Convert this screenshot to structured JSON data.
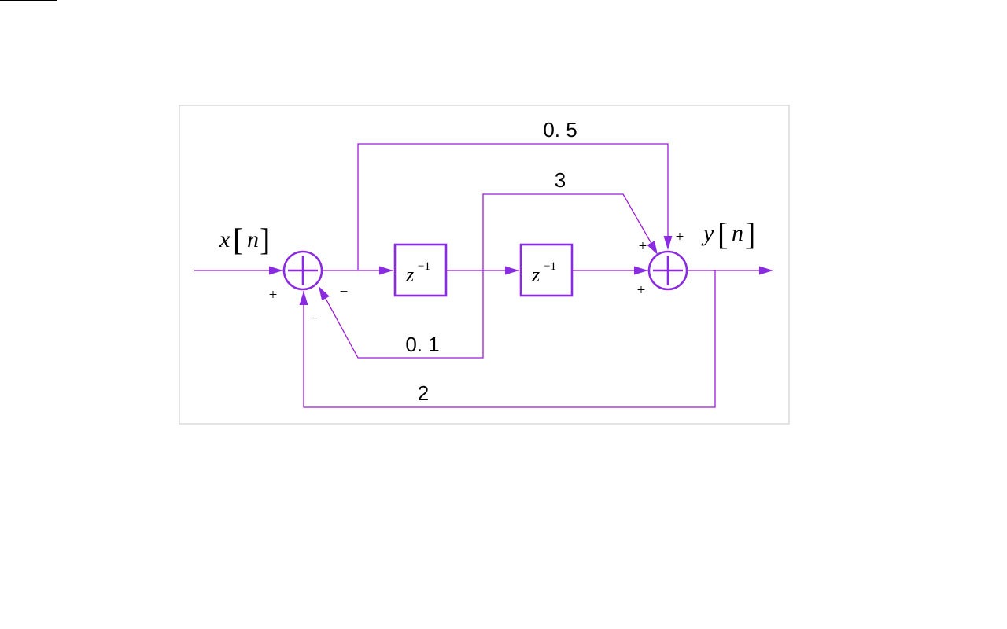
{
  "signals": {
    "input": {
      "symbol": "x",
      "index": "n"
    },
    "output": {
      "symbol": "y",
      "index": "n"
    }
  },
  "delays": [
    {
      "base": "z",
      "exponent": "−1"
    },
    {
      "base": "z",
      "exponent": "−1"
    }
  ],
  "gains": {
    "feedforward_direct": "0. 5",
    "feedforward_delayed": "3",
    "feedback_delayed": "0. 1",
    "feedback_output": "2"
  },
  "signs": {
    "input_adder_in": "+",
    "input_adder_fb1": "−",
    "input_adder_fb2": "−",
    "output_adder_a": "+",
    "output_adder_b": "+",
    "output_adder_c": "+"
  },
  "colors": {
    "wire": "#9b1bd6",
    "node": "#8a2be2",
    "frame": "#c8c8c8"
  }
}
